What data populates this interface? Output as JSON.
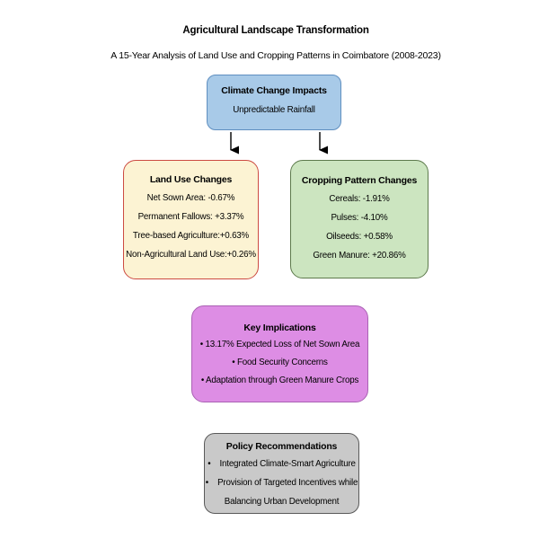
{
  "header": {
    "title": "Agricultural Landscape Transformation",
    "subtitle": "A 15-Year Analysis of Land Use and Cropping Patterns in Coimbatore (2008-2023)"
  },
  "nodes": {
    "climate": {
      "title": "Climate Change Impacts",
      "lines": [
        "Unpredictable Rainfall"
      ]
    },
    "land_use": {
      "title": "Land Use Changes",
      "lines": [
        "Net Sown Area: -0.67%",
        "Permanent Fallows: +3.37%",
        "Tree-based Agriculture:+0.63%",
        "Non-Agricultural Land Use:+0.26%"
      ]
    },
    "cropping": {
      "title": "Cropping Pattern Changes",
      "lines": [
        "Cereals: -1.91%",
        "Pulses: -4.10%",
        "Oilseeds: +0.58%",
        "Green Manure: +20.86%"
      ]
    },
    "implications": {
      "title": "Key Implications",
      "lines": [
        "• 13.17% Expected Loss of Net Sown Area",
        "• Food Security Concerns",
        "• Adaptation through Green Manure Crops"
      ]
    },
    "policy": {
      "title": "Policy Recommendations",
      "lines": [
        "•    Integrated Climate-Smart Agriculture",
        "•    Provision of Targeted Incentives while",
        "Balancing Urban Development"
      ]
    }
  },
  "colors": {
    "climate_fill": "#a8cae8",
    "climate_border": "#5f8fc0",
    "land_use_fill": "#fcf3d3",
    "land_use_border": "#cc4b42",
    "cropping_fill": "#cce5c0",
    "cropping_border": "#5d7a4c",
    "implications_fill": "#dd8de4",
    "implications_border": "#aa62b4",
    "policy_fill": "#c9c9c9",
    "policy_border": "#5a5a5a",
    "arrow": "#000000",
    "text": "#000000",
    "background": "#ffffff"
  }
}
